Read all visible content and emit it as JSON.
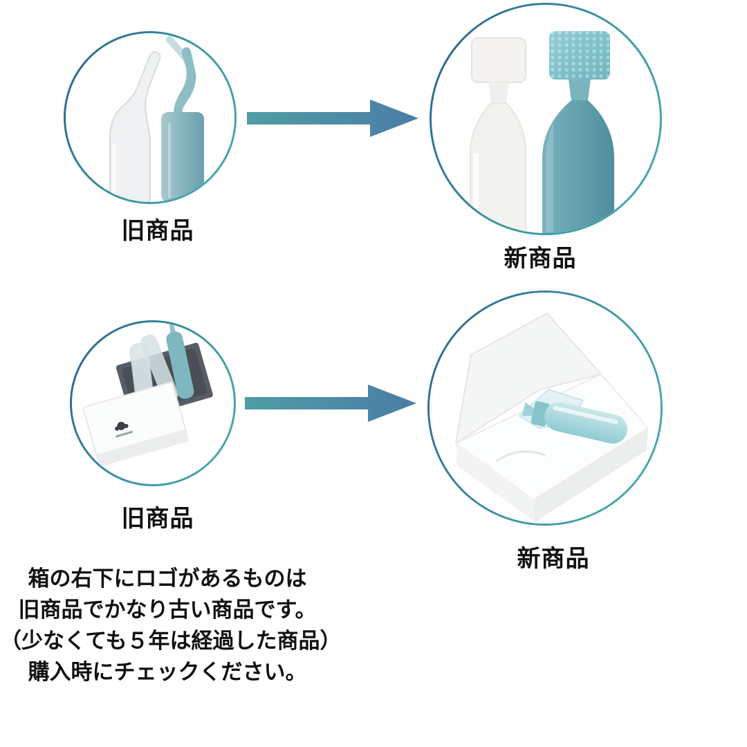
{
  "canvas": {
    "background": "#ffffff"
  },
  "colors": {
    "ring_gradient_start": "#2b6890",
    "ring_gradient_end": "#49a7ae",
    "arrow_gradient_start": "#4f9da4",
    "arrow_gradient_end": "#4a7da7",
    "product_teal": "#5f9fae",
    "text": "#111111"
  },
  "icons": {
    "arrow": "right-arrow"
  },
  "top_row": {
    "old_label": "旧商品",
    "new_label": "新商品"
  },
  "bottom_row": {
    "old_label": "旧商品",
    "new_label": "新商品"
  },
  "note_lines": [
    "箱の右下にロゴがあるものは",
    "旧商品でかなり古い商品です。",
    "（少なくても５年は経過した商品）",
    "購入時にチェックください。"
  ]
}
